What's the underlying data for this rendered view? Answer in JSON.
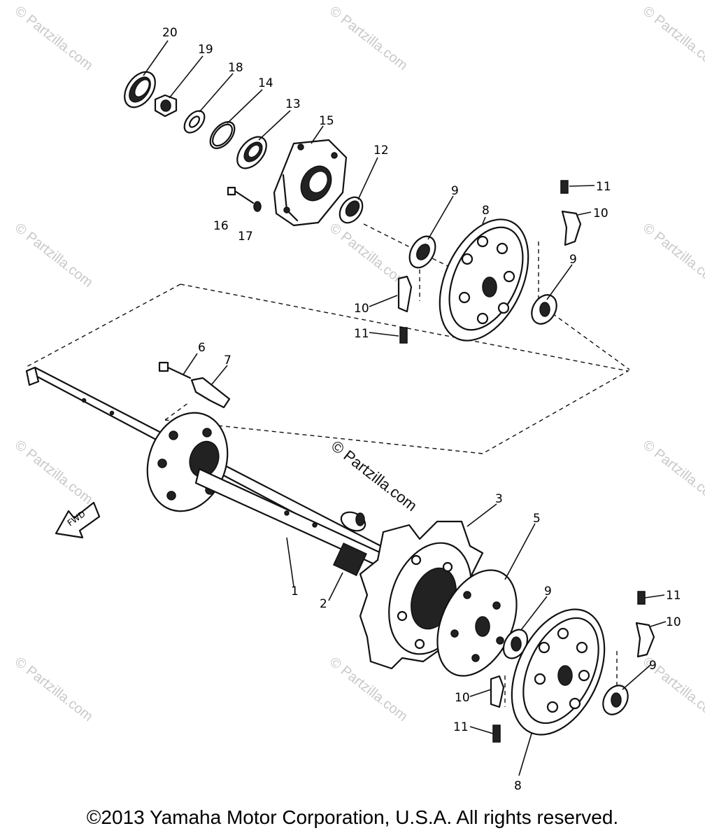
{
  "diagram": {
    "part_labels": {
      "l1": "1",
      "l2": "2",
      "l3": "3",
      "l5": "5",
      "l6": "6",
      "l7": "7",
      "l8a": "8",
      "l8b": "8",
      "l9a": "9",
      "l9b": "9",
      "l9c": "9",
      "l9d": "9",
      "l10a": "10",
      "l10b": "10",
      "l10c": "10",
      "l10d": "10",
      "l11a": "11",
      "l11b": "11",
      "l11c": "11",
      "l11d": "11",
      "l12": "12",
      "l13": "13",
      "l14": "14",
      "l15": "15",
      "l16": "16",
      "l17": "17",
      "l18": "18",
      "l19": "19",
      "l20": "20"
    },
    "fwd_label": "FWD",
    "watermark": "© Partzilla.com",
    "center_watermark": "© Partzilla.com"
  },
  "footer": {
    "copyright": "©2013  Yamaha Motor Corporation, U.S.A. All rights reserved."
  }
}
